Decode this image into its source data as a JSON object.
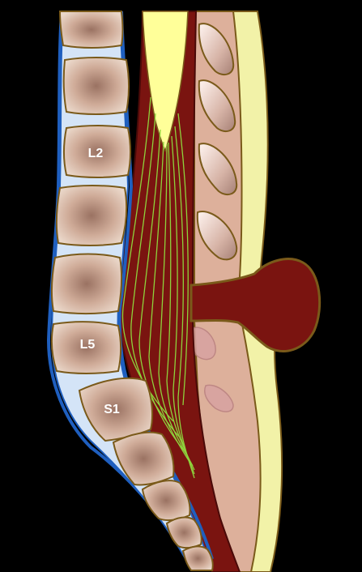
{
  "labels": {
    "l2": "L2",
    "l5": "L5",
    "s1": "S1"
  },
  "colors": {
    "background": "#000000",
    "vertebra": "#c9a592",
    "disc": "#d4e4f7",
    "muscle": "#7a1410",
    "skin": "#f2f2a8",
    "fat": "#ddb09b",
    "nerve": "#8ed23c",
    "dura": "#1f5fbf",
    "cord": "#ffff99",
    "outline": "#7a5a1a"
  }
}
